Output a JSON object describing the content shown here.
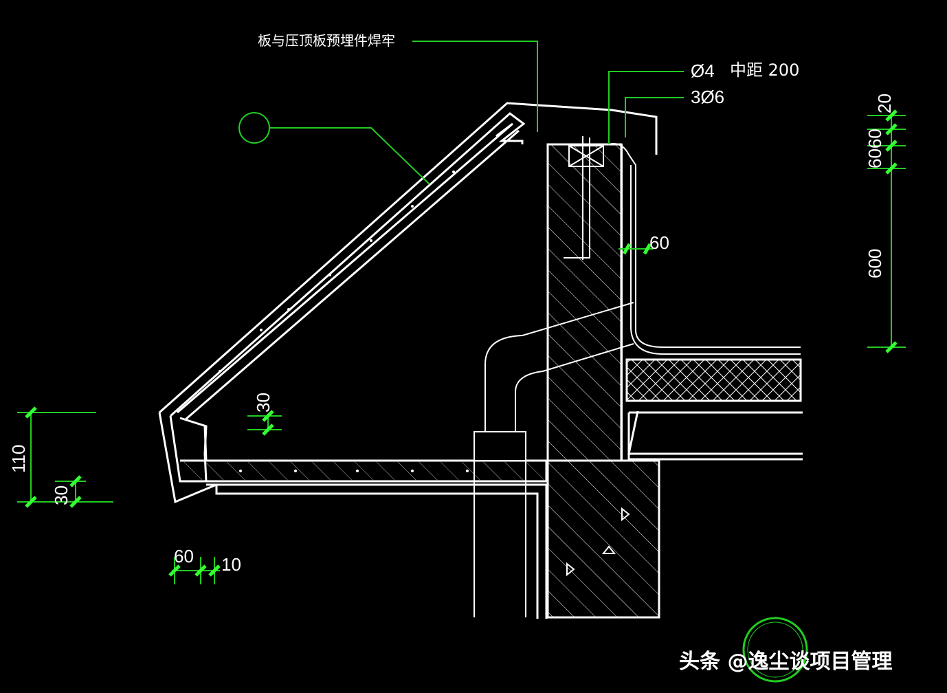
{
  "drawing": {
    "annotation_weld": "板与压顶板预埋件焊牢",
    "rebar_spacing": "Ø4",
    "rebar_spacing_note": "中距 200",
    "rebar_longitudinal": "3Ø6",
    "dim_20": "20",
    "dim_6060": "6060",
    "dim_600": "600",
    "dim_60_right": "60",
    "dim_30_mid": "30",
    "dim_110": "110",
    "dim_30_left": "30",
    "dim_60_bottom": "60",
    "dim_10_bottom": "10"
  },
  "watermark": {
    "text": "头条 @逸尘谈项目管理"
  },
  "colors": {
    "background": "#000000",
    "lines": "#ffffff",
    "leaders": "#22cc22",
    "ticks": "#33ff33"
  }
}
